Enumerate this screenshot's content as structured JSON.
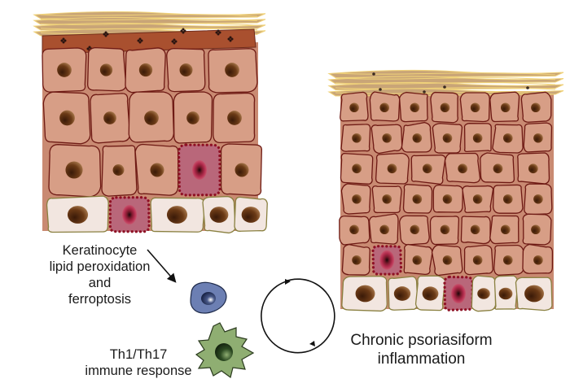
{
  "figure": {
    "type": "schematic",
    "panels": {
      "normal_epidermis": {
        "description": "healthy epidermis with stratum corneum, granular layer with keratohyalin granules, spinous layers and basal layer",
        "ferroptotic_cells": 2
      },
      "psoriatic_epidermis": {
        "description": "thickened (acanthotic) epidermis with parakeratotic corneum and many spinous layers",
        "ferroptotic_cells": 2
      }
    },
    "labels": {
      "keratinocyte": [
        "Keratinocyte",
        "lipid peroxidation",
        "and",
        "ferroptosis"
      ],
      "immune": [
        "Th1/Th17",
        "immune response"
      ],
      "outcome": [
        "Chronic psoriasiform",
        "inflammation"
      ]
    },
    "colors": {
      "corneum": "#c9a577",
      "corneum_lines": "#f0d27a",
      "granular": "#a9502f",
      "spinous_fill": "#d79e86",
      "spinous_stroke": "#6e1a14",
      "basal_fill": "#f2e6e0",
      "basal_stroke": "#8a8040",
      "nucleus": "#6b3a16",
      "ferroptotic_fill": "#b9677a",
      "ferroptotic_dots": "#8e1024",
      "lymphocyte": "#6c7fb3",
      "dendritic_cell": "#8fae72",
      "arrow": "#111111"
    }
  }
}
